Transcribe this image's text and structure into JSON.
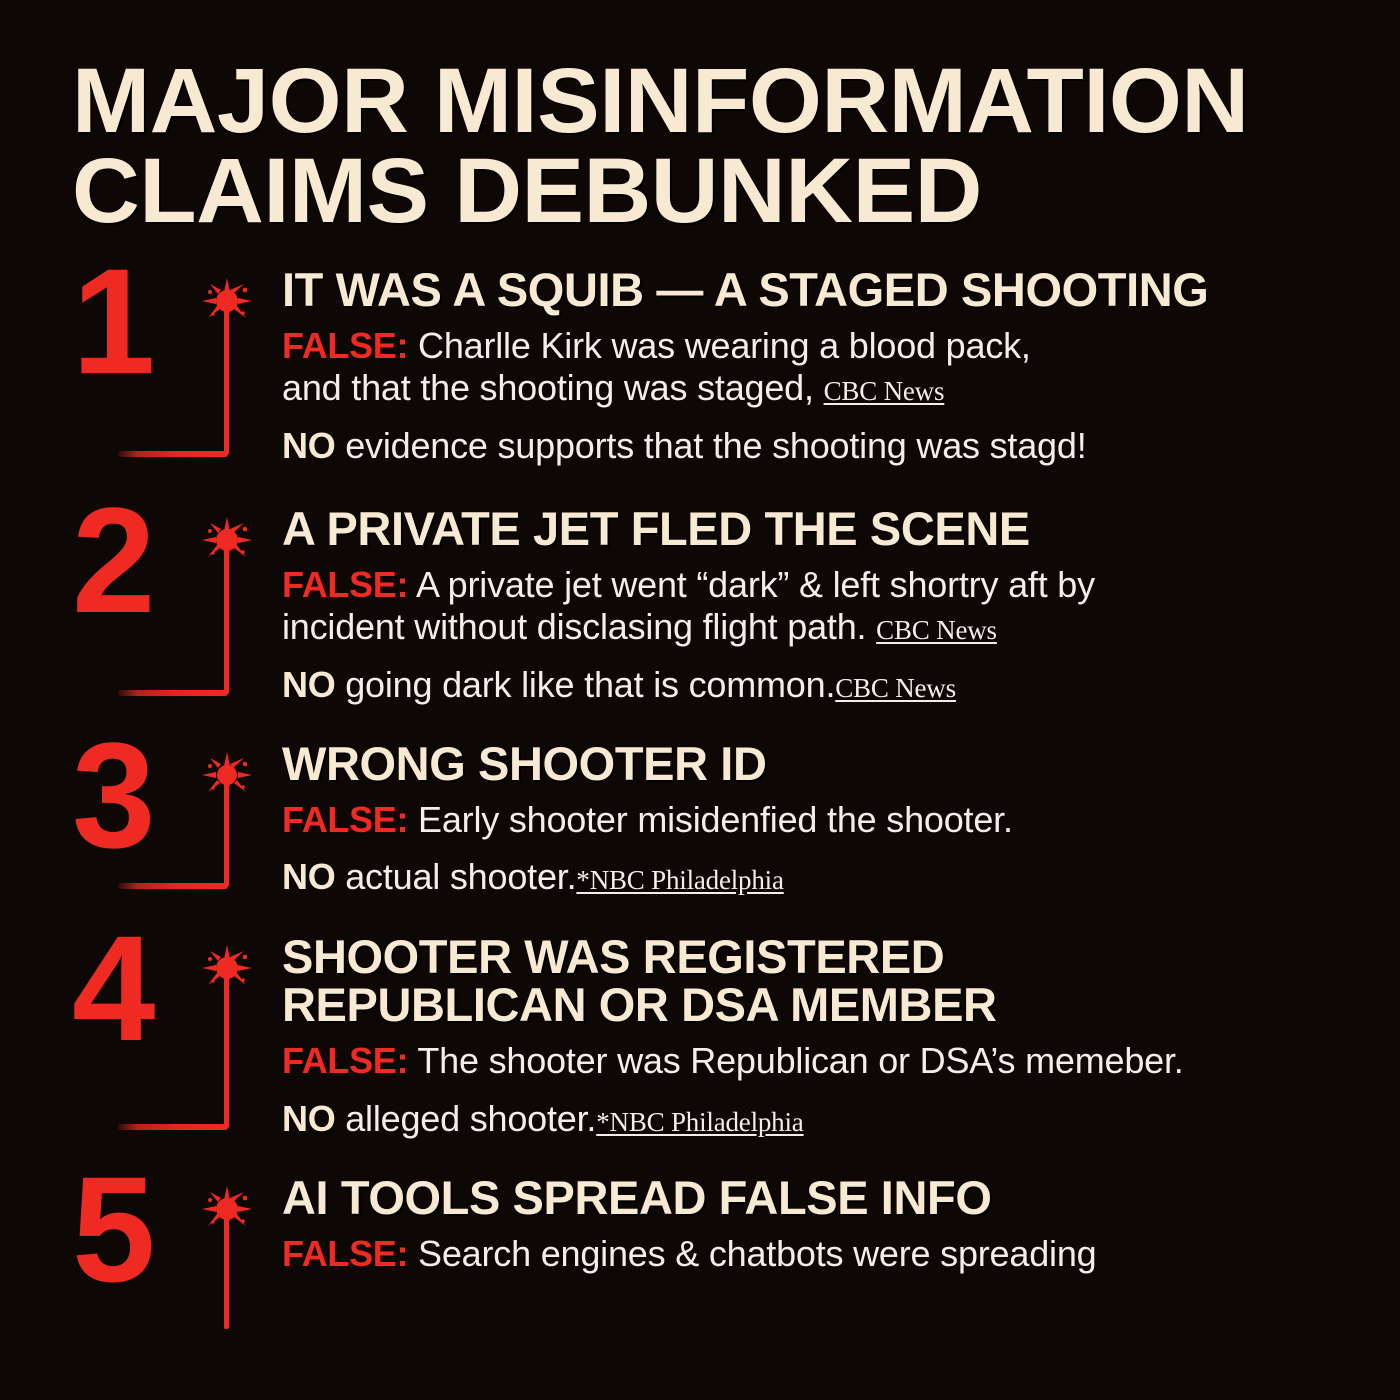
{
  "poster": {
    "title_lines": [
      "MAJOR MISINFORMATION",
      "CLAIMS DEBUNKED"
    ],
    "colors": {
      "background": "#0d0705",
      "accent_red": "#ee2a22",
      "heading_cream": "#f7e9d2",
      "body_white": "#f3efe8"
    },
    "label_false": "FALSE:",
    "label_no": "NO"
  },
  "claims": [
    {
      "number": "1",
      "heading": "IT WAS A SQUIB — A STAGED SHOOTING",
      "false_lines": [
        "Charlle Kirk was wearing a blood pack,",
        "and that the shooting was staged,"
      ],
      "false_citation": "CBC News",
      "no_text": "evidence supports that the shooting was stagd!",
      "no_citation": ""
    },
    {
      "number": "2",
      "heading": "A PRIVATE JET FLED THE SCENE",
      "false_lines": [
        "A private jet went “dark” & left shortry aft by",
        "incident without disclasing flight path."
      ],
      "false_citation": "CBC News",
      "no_text": "going dark like that is common.",
      "no_citation": "CBC News"
    },
    {
      "number": "3",
      "heading": "WRONG SHOOTER ID",
      "false_lines": [
        "Early shooter misidenfied the shooter."
      ],
      "false_citation": "",
      "no_text": "actual shooter.",
      "no_citation": "*NBC Philadelphia"
    },
    {
      "number": "4",
      "heading": "SHOOTER WAS REGISTERED REPUBLICAN OR DSA MEMBER",
      "heading_lines": [
        "SHOOTER WAS REGISTERED",
        "REPUBLICAN OR DSA MEMBER"
      ],
      "false_lines": [
        "The shooter was Republican or DSA’s memeber."
      ],
      "false_citation": "",
      "no_text": "alleged shooter.",
      "no_citation": "*NBC Philadelphia"
    },
    {
      "number": "5",
      "heading": "AI TOOLS SPREAD FALSE INFO",
      "false_lines": [
        "Search engines & chatbots were spreading"
      ],
      "false_citation": "",
      "no_text": "",
      "no_citation": ""
    }
  ]
}
